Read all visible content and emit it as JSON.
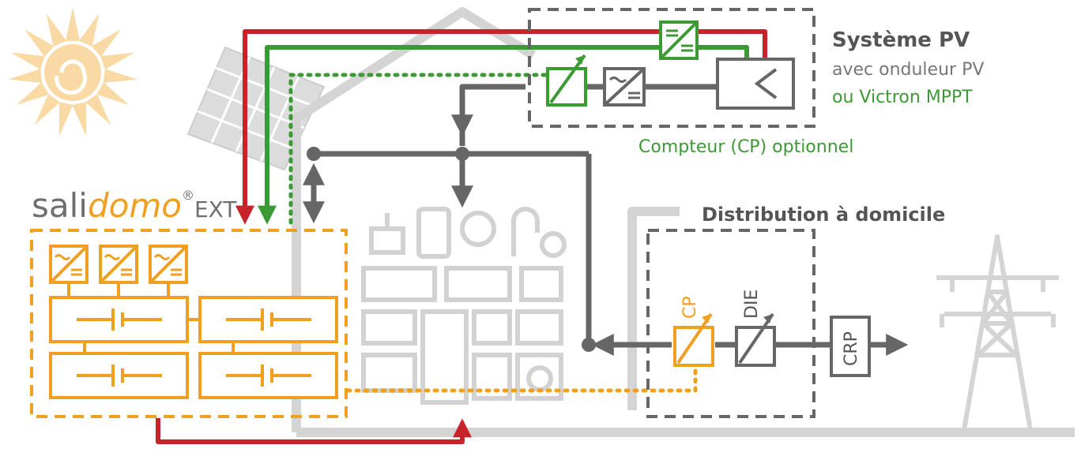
{
  "pv_system": {
    "title": "Système PV",
    "line1": "avec onduleur PV",
    "line2": "ou Victron MPPT"
  },
  "meter_optional": "Compteur (CP) optionnel",
  "distribution": {
    "title": "Distribution à domicile",
    "meter_label": "CP",
    "die_label": "DIE",
    "crp_label": "CRP"
  },
  "brand": {
    "part1": "sali",
    "part2": "domo",
    "registered": "®",
    "suffix": "EXT"
  },
  "colors": {
    "ac_red": "#c8222a",
    "dc_green": "#3c9a35",
    "grid_gray": "#666666",
    "storage_orange": "#f0a020",
    "light_gray": "#d4d4d4",
    "sun": "#f9d9a4"
  }
}
